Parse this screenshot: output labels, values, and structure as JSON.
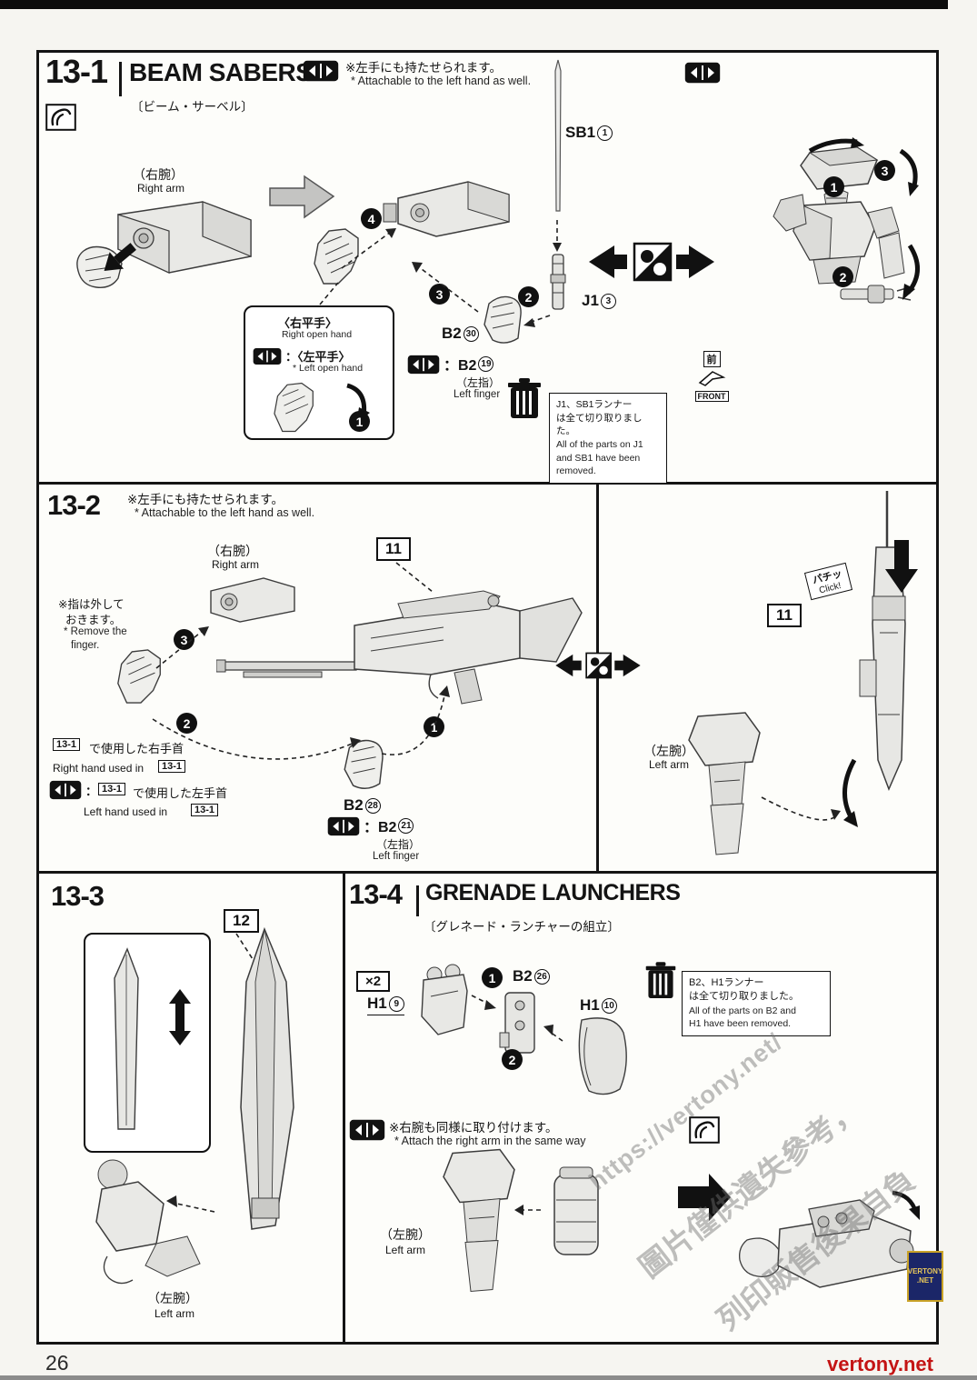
{
  "page": {
    "number": "26",
    "footer_site": "vertony.net"
  },
  "watermark": {
    "line1": "https://vertony.net/",
    "line2": "圖片僅供遺失參考，",
    "line3": "列印販售後果自負",
    "badge_top": "VERTONY",
    "badge_bottom": ".NET"
  },
  "s131": {
    "num": "13-1",
    "title": "BEAM SABERS",
    "subtitle": "〔ビーム・サーベル〕",
    "note_jp": "※左手にも持たせられます。",
    "note_en": "* Attachable to the left hand as well.",
    "right_arm_jp": "（右腕）",
    "right_arm_en": "Right arm",
    "sb1_code": "SB1",
    "sb1_num": "1",
    "j1_code": "J1",
    "j1_num": "3",
    "b2a_code": "B2",
    "b2a_num": "30",
    "b2b_code": "：B2",
    "b2b_num": "19",
    "left_finger_jp": "（左指）",
    "left_finger_en": "Left finger",
    "openhand_right_jp": "〈右平手〉",
    "openhand_right_en": "Right open hand",
    "openhand_left_jp": "：〈左平手〉",
    "openhand_left_en": "* Left open hand",
    "steps": [
      "1",
      "2",
      "3",
      "4"
    ],
    "trash_jp1": "J1、SB1ランナー",
    "trash_jp2": "は全て切り取りました。",
    "trash_en1": "All of the parts on J1",
    "trash_en2": "and SB1 have been",
    "trash_en3": "removed.",
    "front_jp": "前",
    "front_en": "FRONT"
  },
  "s132": {
    "num": "13-2",
    "note_jp": "※左手にも持たせられます。",
    "note_en": "* Attachable to the left hand as well.",
    "right_arm_jp": "（右腕）",
    "right_arm_en": "Right arm",
    "box11": "11",
    "remove_jp1": "※指は外して",
    "remove_jp2": "おきます。",
    "remove_en1": "* Remove the",
    "remove_en2": "finger.",
    "ref": "13-1",
    "used_right_jp": "で使用した右手首",
    "used_right_en": "Right hand used in",
    "colon": "：",
    "used_left_jp": "で使用した左手首",
    "used_left_en": "Left hand used in",
    "b2a_code": "B2",
    "b2a_num": "28",
    "b2b_code": "：B2",
    "b2b_num": "21",
    "left_finger_jp": "（左指）",
    "left_finger_en": "Left finger",
    "click_jp": "パチッ",
    "click_en": "Click!",
    "box11b": "11",
    "left_arm_jp": "（左腕）",
    "left_arm_en": "Left arm",
    "steps": [
      "1",
      "2",
      "3"
    ]
  },
  "s133": {
    "num": "13-3",
    "box12": "12",
    "left_arm_jp": "（左腕）",
    "left_arm_en": "Left arm"
  },
  "s134": {
    "num": "13-4",
    "title": "GRENADE LAUNCHERS",
    "subtitle": "〔グレネード・ランチャーの組立〕",
    "x2": "×2",
    "h1a_code": "H1",
    "h1a_num": "9",
    "b2_code": "B2",
    "b2_num": "26",
    "h1b_code": "H1",
    "h1b_num": "10",
    "steps": [
      "1",
      "2"
    ],
    "trash_jp1": "B2、H1ランナー",
    "trash_jp2": "は全て切り取りました。",
    "trash_en1": "All of the parts on B2 and",
    "trash_en2": "H1 have been removed.",
    "note_jp": "※右腕も同様に取り付けます。",
    "note_en": "* Attach the right arm in the same way",
    "left_arm_jp": "（左腕）",
    "left_arm_en": "Left arm"
  }
}
